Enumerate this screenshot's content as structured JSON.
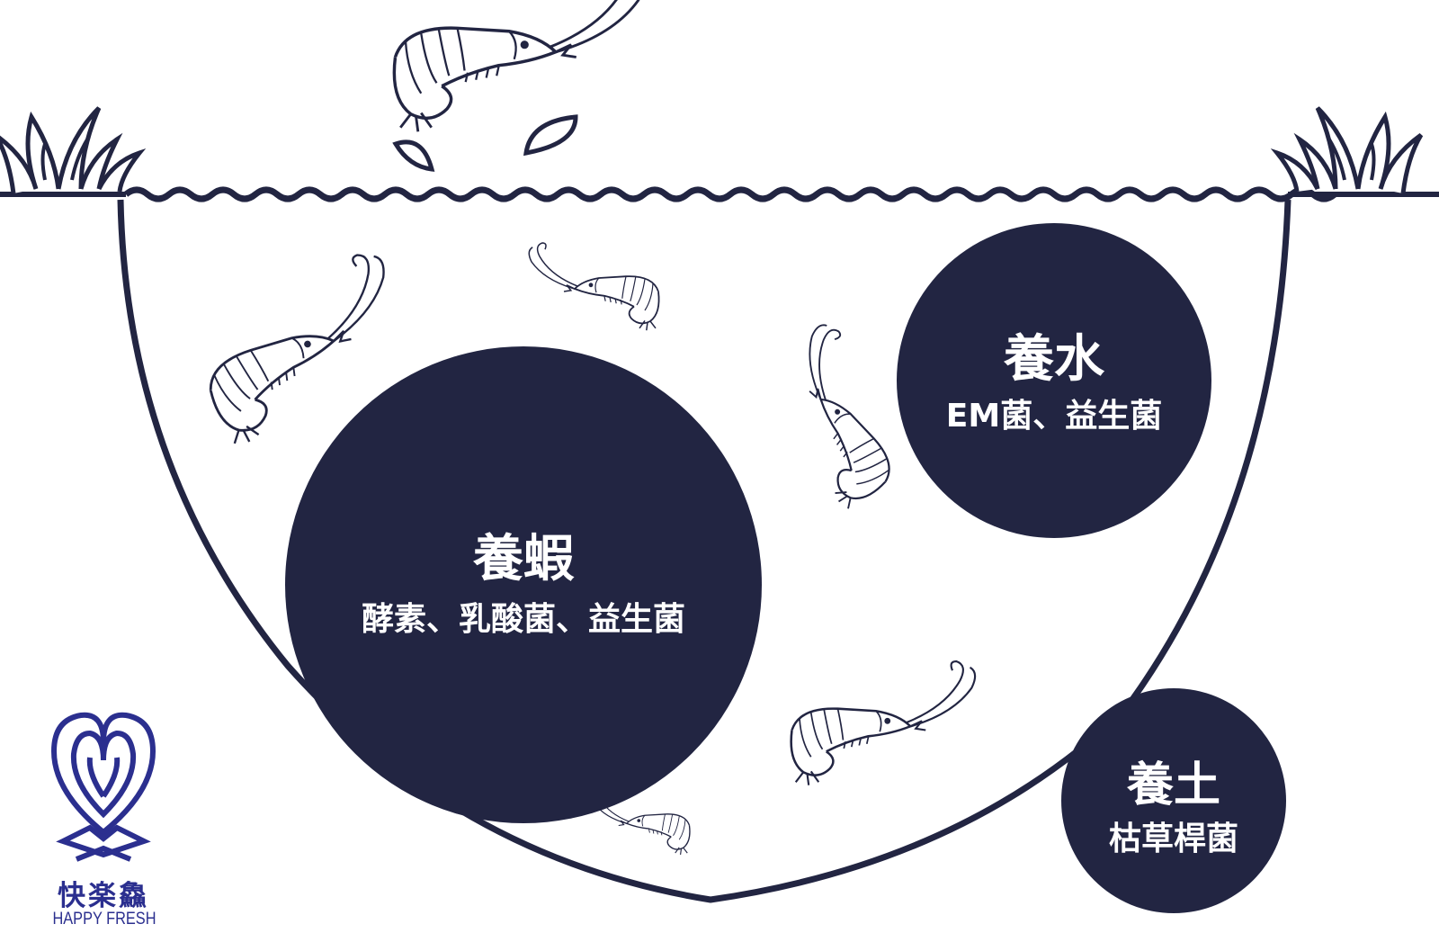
{
  "colors": {
    "ink": "#222542",
    "brand": "#2b2f8f",
    "background": "#ffffff"
  },
  "circles": {
    "shrimp": {
      "title": "養蝦",
      "subtitle": "酵素、乳酸菌、益生菌"
    },
    "water": {
      "title": "養水",
      "subtitle": "EM菌、益生菌"
    },
    "soil": {
      "title": "養土",
      "subtitle": "枯草桿菌"
    }
  },
  "brand": {
    "name_cn": "快楽鱻",
    "name_en": "HAPPY FRESH",
    "logo_icon": "lotus-logo-icon"
  },
  "icons": [
    "shrimp-icon",
    "grass-icon",
    "water-droplet-icon",
    "wave-line-icon"
  ]
}
